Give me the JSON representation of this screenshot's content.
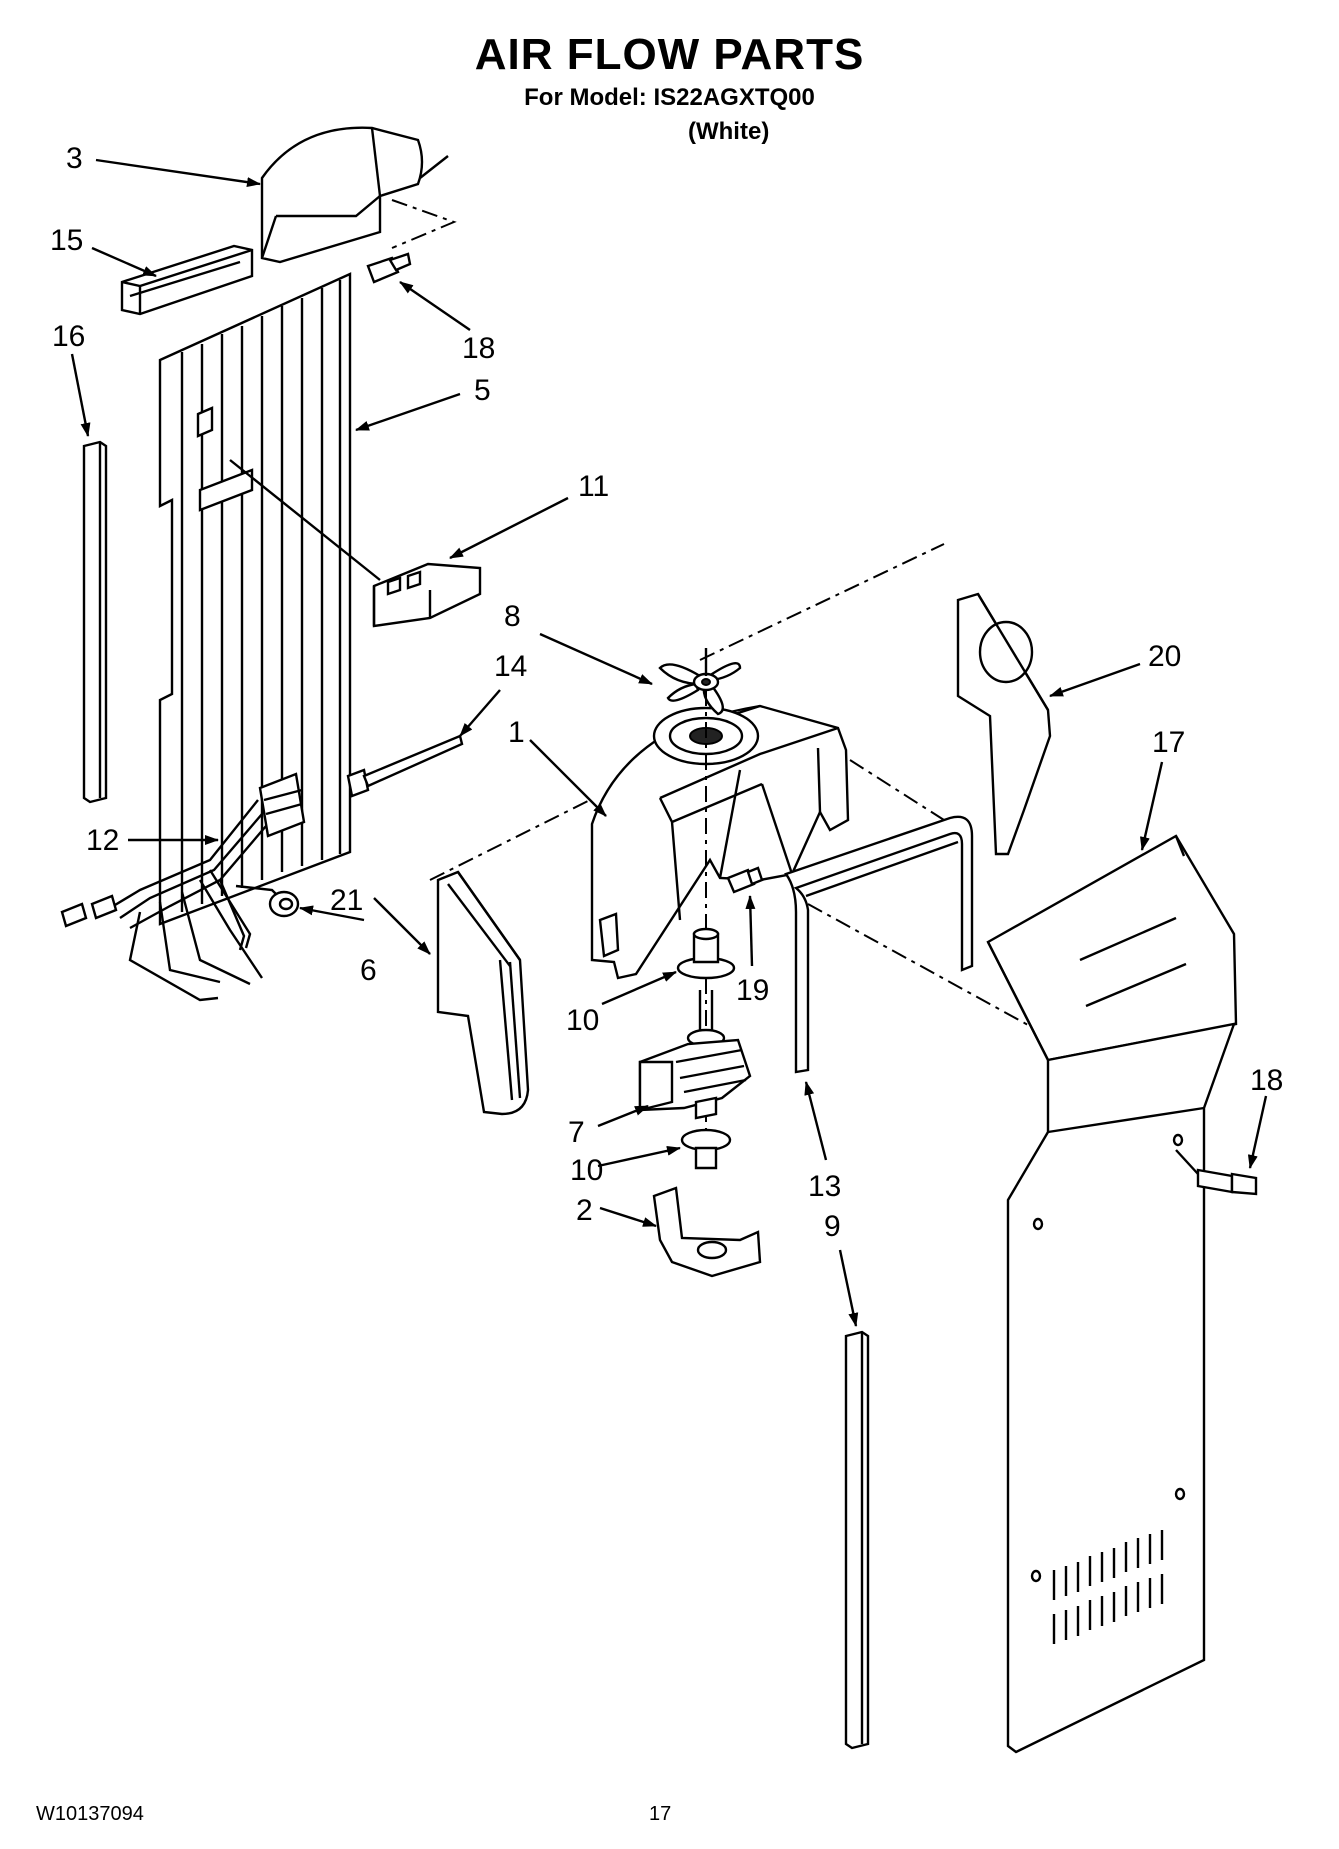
{
  "header": {
    "title": "AIR FLOW PARTS",
    "model_line": "For Model: IS22AGXTQ00",
    "color_line": "(White)"
  },
  "footer": {
    "doc_number": "W10137094",
    "page_number": "17"
  },
  "callouts": {
    "c1": "1",
    "c2": "2",
    "c3": "3",
    "c5": "5",
    "c6": "6",
    "c7": "7",
    "c8": "8",
    "c9": "9",
    "c10a": "10",
    "c10b": "10",
    "c11": "11",
    "c12": "12",
    "c13": "13",
    "c14": "14",
    "c15": "15",
    "c16": "16",
    "c17": "17",
    "c18a": "18",
    "c18b": "18",
    "c19": "19",
    "c20": "20",
    "c21": "21"
  }
}
